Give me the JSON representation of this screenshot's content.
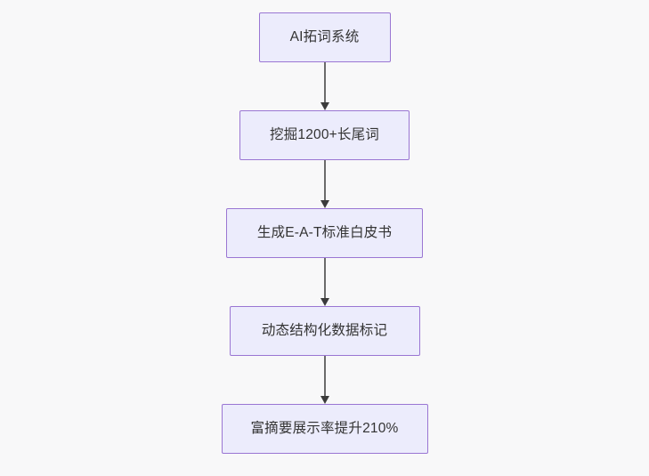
{
  "diagram": {
    "type": "flowchart",
    "orientation": "top-to-bottom",
    "background_color": "#f8f8f9",
    "node_fill_color": "#ececfc",
    "node_border_color": "#9a76d3",
    "node_text_color": "#333333",
    "connector_color": "#6b6b6b",
    "arrowhead_color": "#3b3b3b",
    "nodes": [
      {
        "id": "n1",
        "label": "AI拓词系统"
      },
      {
        "id": "n2",
        "label": "挖掘1200+长尾词"
      },
      {
        "id": "n3",
        "label": "生成E-A-T标准白皮书"
      },
      {
        "id": "n4",
        "label": "动态结构化数据标记"
      },
      {
        "id": "n5",
        "label": "富摘要展示率提升210%"
      }
    ],
    "edges": [
      {
        "from": "n1",
        "to": "n2",
        "label": ""
      },
      {
        "from": "n2",
        "to": "n3",
        "label": ""
      },
      {
        "from": "n3",
        "to": "n4",
        "label": ""
      },
      {
        "from": "n4",
        "to": "n5",
        "label": ""
      }
    ]
  }
}
